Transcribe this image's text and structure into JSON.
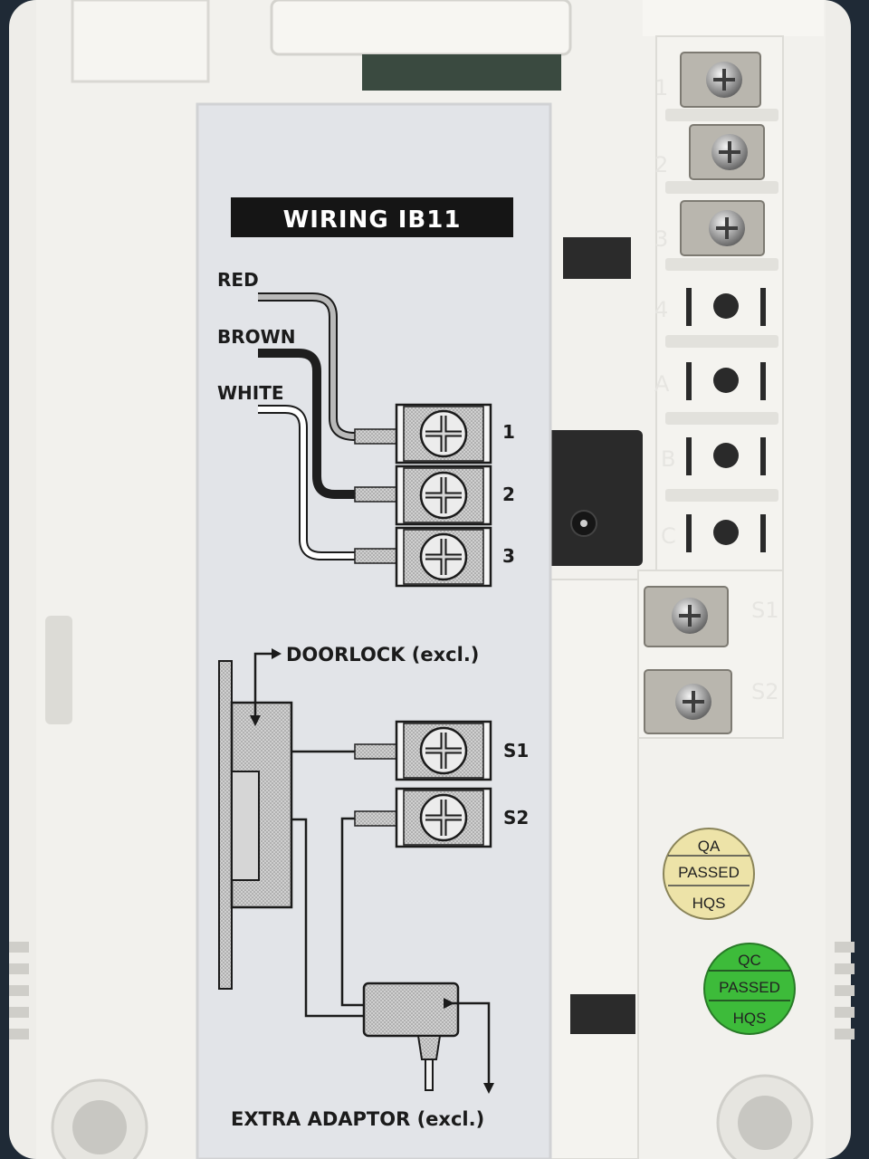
{
  "label": {
    "title": "WIRING IB11",
    "wires": [
      "RED",
      "BROWN",
      "WHITE"
    ],
    "terminals": [
      "1",
      "2",
      "3"
    ],
    "doorlock": "DOORLOCK (excl.)",
    "lock_terminals": [
      "S1",
      "S2"
    ],
    "adaptor": "EXTRA ADAPTOR (excl.)"
  },
  "housing": {
    "terminal_marks": [
      "1",
      "2",
      "3",
      "4",
      "A",
      "B",
      "C"
    ],
    "lock_marks": [
      "S1",
      "S2"
    ]
  },
  "stickers": {
    "qa": {
      "top": "QA",
      "mid": "PASSED",
      "bot": "HQS",
      "color": "#ede3a8"
    },
    "qc": {
      "top": "QC",
      "mid": "PASSED",
      "bot": "HQS",
      "color": "#3dbb3a"
    }
  },
  "colors": {
    "background": "#1f2a36",
    "plastic": "#efeeea",
    "label_bg": "#e4e6ea",
    "wire_red": "#b9b9b9",
    "wire_brown": "#1e1e1e",
    "wire_white": "#ffffff"
  }
}
